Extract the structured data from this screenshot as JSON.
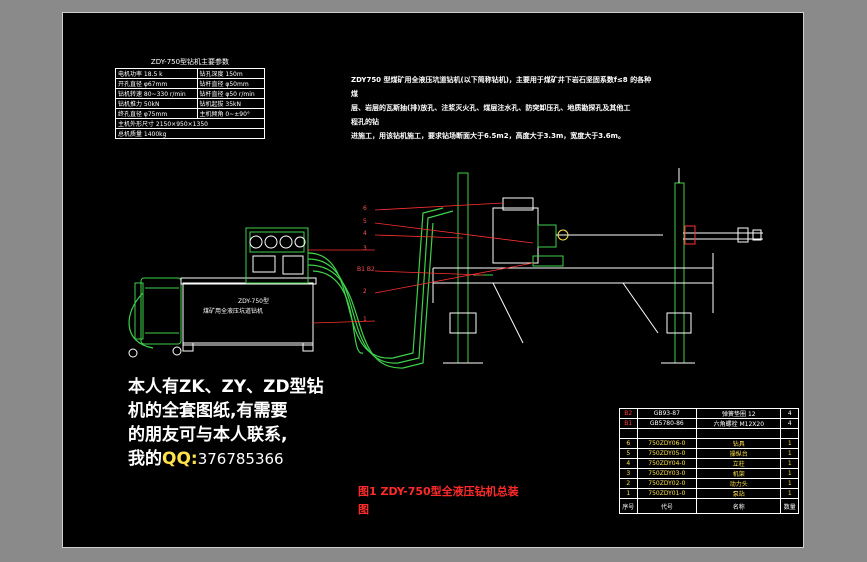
{
  "params": {
    "title": "ZDY-750型钻机主要参数",
    "rows": [
      [
        "电机功率 18.5 k",
        "钻孔深度 150m"
      ],
      [
        "开孔直径 φ67mm",
        "钻杆直径 φ50mm"
      ],
      [
        "钻机转速 80~330 r/min",
        "钻杆直径 φ50 r/min"
      ],
      [
        "钻机推力 50kN",
        "钻机起拔 35kN"
      ],
      [
        "终孔直径 φ75mm",
        "主机倾角 0~±90°"
      ],
      [
        "主机外形尺寸 2150×950×1350",
        ""
      ],
      [
        "总机质量 1400kg",
        ""
      ]
    ]
  },
  "description": [
    "ZDY750 型煤矿用全液压坑道钻机(以下简称钻机)，主要用于煤矿井下岩石坚固系数f≤8 的各种",
    "煤",
    "层、岩层的瓦斯抽(排)放孔、注浆灭火孔、煤层注水孔、防突卸压孔、地质勘探孔及其他工",
    "程孔的钻",
    "进施工，用该钻机施工，要求钻场断面大于6.5m2，高度大于3.3m，宽度大于3.6m。"
  ],
  "machine": {
    "pump_label_model": "ZDY-750型",
    "pump_label_name": "煤矿用全液压坑道钻机"
  },
  "callouts": [
    "6",
    "5",
    "4",
    "3",
    "B1 B2",
    "2",
    "1"
  ],
  "contact": {
    "line1": "本人有ZK、ZY、ZD型钻",
    "line2": "机的全套图纸,有需要",
    "line3": "的朋友可与本人联系,",
    "line4_prefix": "我的",
    "qq_label": "QQ:",
    "qq_number": "376785366"
  },
  "caption": {
    "line1": "图1 ZDY-750型全液压钻机总装",
    "line2": "图"
  },
  "parts": {
    "rows": [
      {
        "no": "B2",
        "code": "GB93-87",
        "name": "弹簧垫圈 12",
        "qty": "4",
        "style": "red"
      },
      {
        "no": "B1",
        "code": "GB5780-86",
        "name": "六角螺栓 M12X20",
        "qty": "4",
        "style": "red"
      },
      {
        "no": "",
        "code": "",
        "name": "",
        "qty": "",
        "style": ""
      },
      {
        "no": "6",
        "code": "750ZDY06-0",
        "name": "钻具",
        "qty": "1",
        "style": "yel"
      },
      {
        "no": "5",
        "code": "750ZDY05-0",
        "name": "操纵台",
        "qty": "1",
        "style": "yel"
      },
      {
        "no": "4",
        "code": "750ZDY04-0",
        "name": "立柱",
        "qty": "1",
        "style": "yel"
      },
      {
        "no": "3",
        "code": "750ZDY03-0",
        "name": "机架",
        "qty": "1",
        "style": "yel"
      },
      {
        "no": "2",
        "code": "750ZDY02-0",
        "name": "动力头",
        "qty": "1",
        "style": "yel"
      },
      {
        "no": "1",
        "code": "750ZDY01-0",
        "name": "泵站",
        "qty": "1",
        "style": "yel"
      }
    ],
    "header": {
      "no": "序号",
      "code": "代号",
      "name": "名称",
      "qty": "数量"
    }
  }
}
